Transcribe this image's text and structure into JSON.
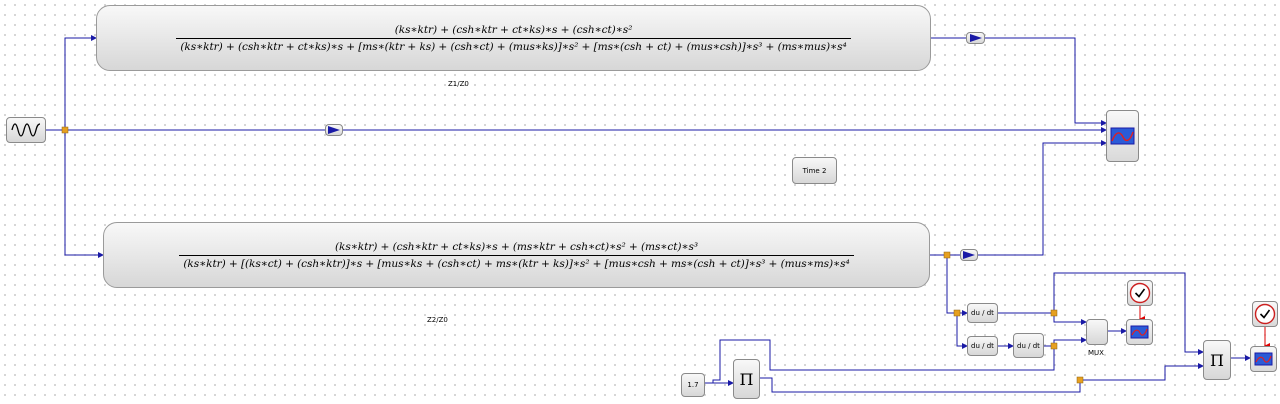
{
  "transfer_functions": {
    "z1": {
      "numerator": "(ks∗ktr) + (csh∗ktr + ct∗ks)∗s + (csh∗ct)∗s²",
      "denominator": "(ks∗ktr) + (csh∗ktr + ct∗ks)∗s + [ms∗(ktr + ks) + (csh∗ct) + (mus∗ks)]∗s² + [ms∗(csh + ct) + (mus∗csh)]∗s³ + (ms∗mus)∗s⁴",
      "label": "Z1/Z0"
    },
    "z2": {
      "numerator": "(ks∗ktr) + (csh∗ktr + ct∗ks)∗s + (ms∗ktr + csh∗ct)∗s² + (ms∗ct)∗s³",
      "denominator": "(ks∗ktr) + [(ks∗ct) + (csh∗ktr)]∗s + [mus∗ks + (csh∗ct) + ms∗(ktr + ks)]∗s² + [mus∗csh + ms∗(csh + ct)]∗s³ + (mus∗ms)∗s⁴",
      "label": "Z2/Z0"
    }
  },
  "blocks": {
    "time_label": "Time 2",
    "derivative_label": "du / dt",
    "mux_label": "MUX",
    "constant_value": "1.7",
    "product_symbol": "Π"
  },
  "colors": {
    "wire": "#1a1aa6",
    "event_wire": "#dd0000",
    "link_point": "#e6a020"
  }
}
